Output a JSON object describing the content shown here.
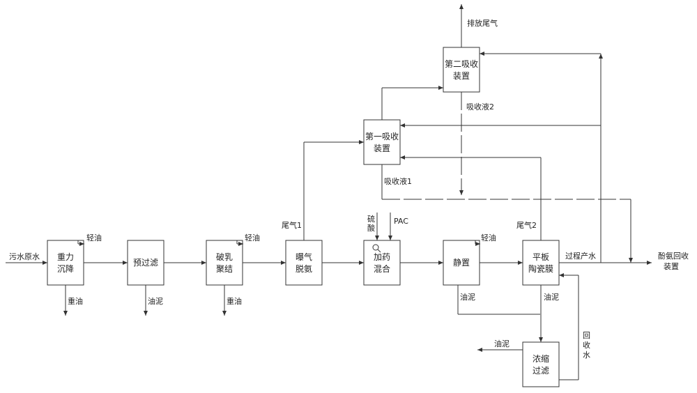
{
  "boxes": {
    "gravity": [
      "重力",
      "沉降"
    ],
    "prefilter": [
      "预过滤"
    ],
    "demulsify": [
      "破乳",
      "聚结"
    ],
    "aeration": [
      "曝气",
      "脱氨"
    ],
    "dosing": [
      "加药",
      "混合"
    ],
    "settle": [
      "静置"
    ],
    "ceramic": [
      "平板",
      "陶瓷膜"
    ],
    "concentrate": [
      "浓缩",
      "过滤"
    ],
    "absorber1": [
      "第一吸收",
      "装置"
    ],
    "absorber2": [
      "第二吸收",
      "装置"
    ]
  },
  "labels": {
    "raw_water": "污水原水",
    "light_oil_1": "轻油",
    "heavy_oil_1": "重油",
    "sludge_1": "油泥",
    "light_oil_2": "轻油",
    "heavy_oil_2": "重油",
    "tail_gas_1": "尾气1",
    "sulfuric_acid": [
      "硫",
      "酸"
    ],
    "pac": "PAC",
    "light_oil_3": "轻油",
    "sludge_2": "油泥",
    "tail_gas_2": "尾气2",
    "sludge_3": "油泥",
    "process_water": "过程产水",
    "phenol_recovery": [
      "酚氨回收",
      "装置"
    ],
    "return_water": [
      "回",
      "收",
      "水"
    ],
    "sludge_out": "油泥",
    "absorb_liquid_1": "吸收液1",
    "absorb_liquid_2": "吸收液2",
    "exhaust": "排放尾气"
  }
}
